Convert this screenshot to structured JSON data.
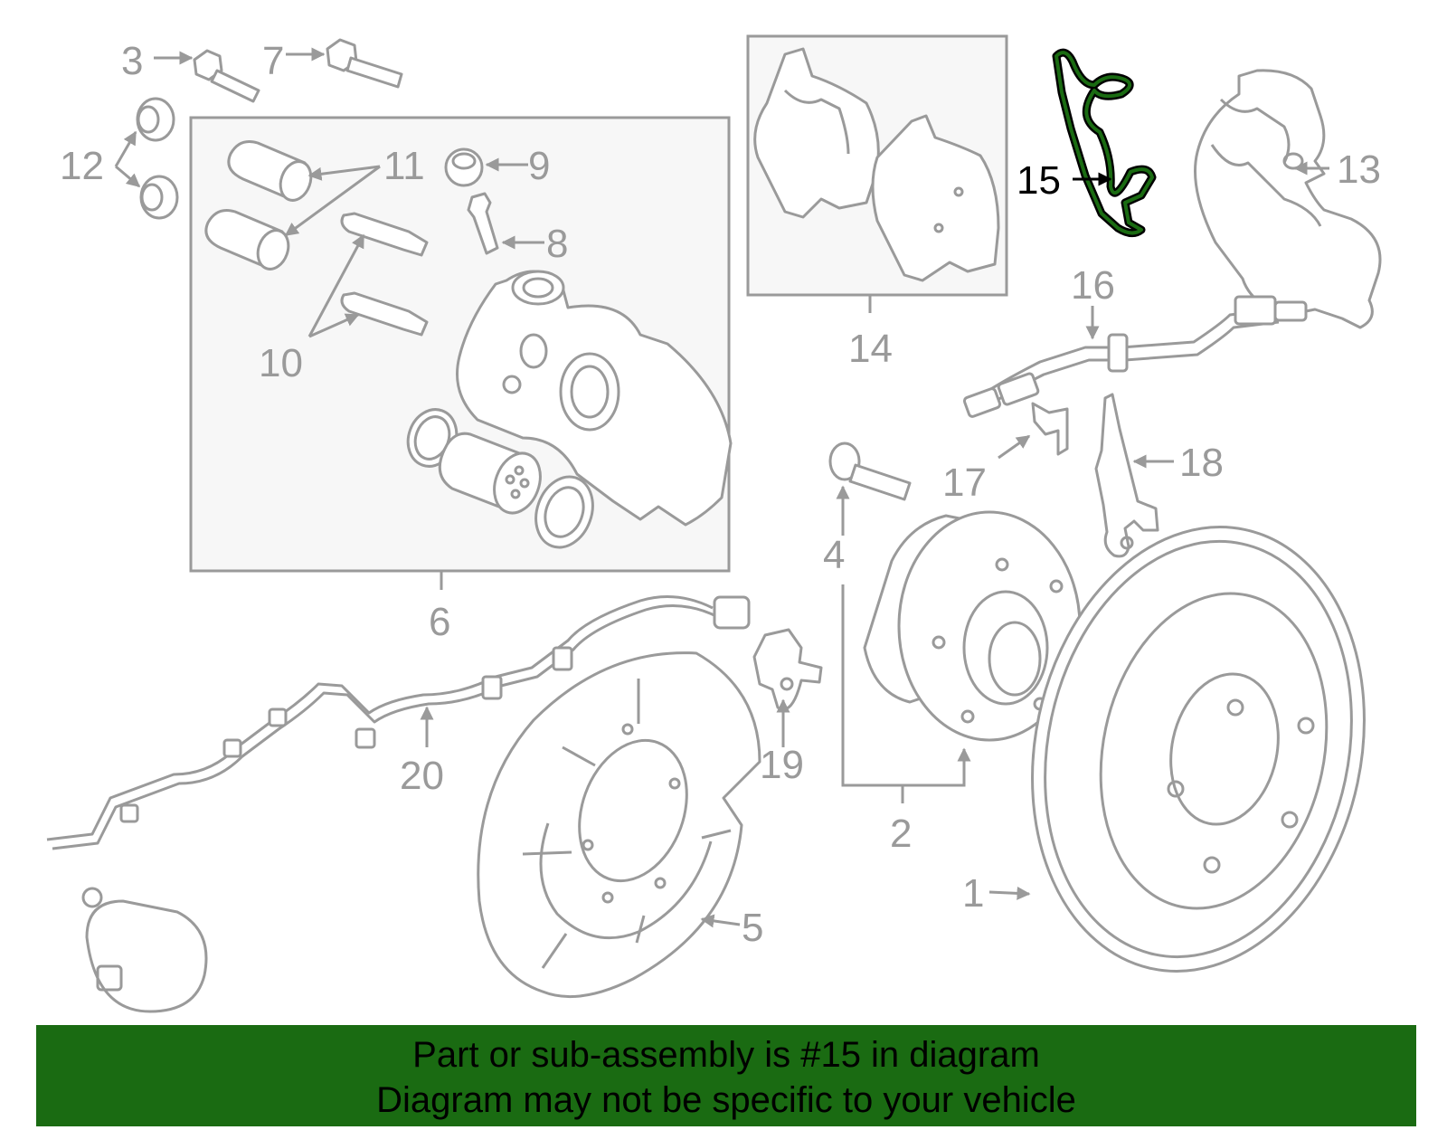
{
  "labels": {
    "l1": "1",
    "l2": "2",
    "l3": "3",
    "l4": "4",
    "l5": "5",
    "l6": "6",
    "l7": "7",
    "l8": "8",
    "l9": "9",
    "l10": "10",
    "l11": "11",
    "l12": "12",
    "l13": "13",
    "l14": "14",
    "l15": "15",
    "l16": "16",
    "l17": "17",
    "l18": "18",
    "l19": "19",
    "l20": "20"
  },
  "highlight": {
    "part": "15",
    "color": "#1a6b12"
  },
  "banner": {
    "line1": "Part or sub-assembly is #15 in diagram",
    "line2": "Diagram may not be specific to your vehicle",
    "background": "#1a6b12"
  }
}
